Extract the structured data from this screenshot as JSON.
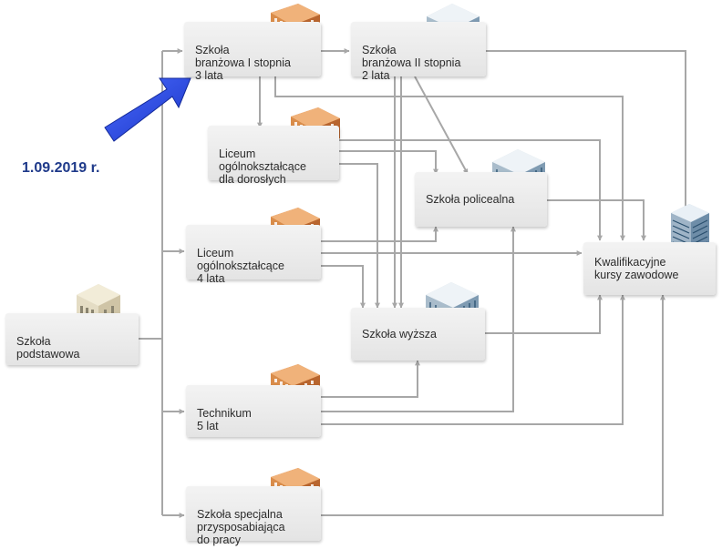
{
  "date_label": "1.09.2019 r.",
  "colors": {
    "arrow": "#1f3fd6",
    "connector": "#a7a7a7",
    "box_fill": "#ececec",
    "date_text": "#1f3a8a"
  },
  "nodes": {
    "szkola_podstawowa": "Szkoła\npodstawowa",
    "branzowa_1": "Szkoła\nbranżowa I stopnia\n3 lata",
    "branzowa_2": "Szkoła\nbranżowa II stopnia\n2 lata",
    "liceum_doroslych": "Liceum\nogólnokształcące\ndla dorosłych",
    "szkola_policealna": "Szkoła policealna",
    "liceum_4": "Liceum\nogólnokształcące\n4 lata",
    "kkz": "Kwalifikacyjne\nkursy zawodowe",
    "szkola_wyzsza": "Szkoła wyższa",
    "technikum": "Technikum\n5 lat",
    "specjalna": "Szkoła specjalna\nprzysposabiająca\ndo pracy"
  },
  "icons": {
    "szkola_podstawowa": "classical-building-icon",
    "brick": "brick-school-building-icon",
    "modern": "modern-glass-building-icon",
    "tower": "office-tower-icon",
    "highlight": "big-blue-arrow-icon"
  }
}
